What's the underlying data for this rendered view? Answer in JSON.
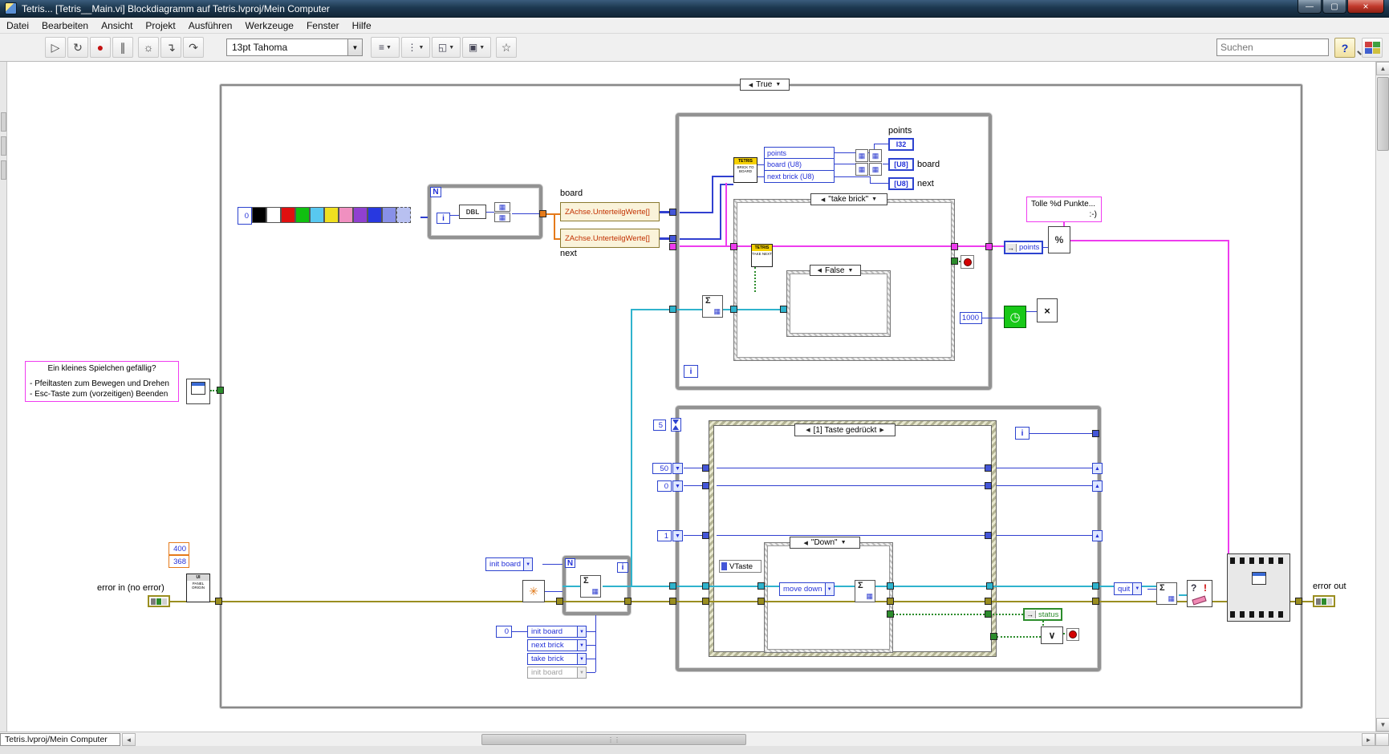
{
  "window": {
    "title": "Tetris... [Tetris__Main.vi] Blockdiagramm auf Tetris.lvproj/Mein Computer",
    "minimize": "—",
    "maximize": "▢",
    "close": "×"
  },
  "menu": {
    "items": [
      "Datei",
      "Bearbeiten",
      "Ansicht",
      "Projekt",
      "Ausführen",
      "Werkzeuge",
      "Fenster",
      "Hilfe"
    ]
  },
  "toolbar": {
    "font": "13pt Tahoma",
    "search": "Suchen",
    "icons": {
      "run": "▷",
      "runcont": "↻",
      "abort": "●",
      "pause": "∥",
      "highlight": "☼",
      "stepin": "↴",
      "stepover": "↷",
      "stepout": "↰",
      "align": "≡",
      "distribute": "⋮",
      "resize": "◱",
      "reorder": "▣",
      "cleanup": "☆",
      "fontarrow": "▼",
      "help": "?"
    }
  },
  "d": {
    "la": "◀",
    "ra": "▶",
    "da": "▼",
    "trueCase": "True",
    "takeBrick": "\"take brick\"",
    "falseCase": "False",
    "downCase": "\"Down\"",
    "eventCase": "[1] Taste gedrückt",
    "board": "board",
    "next": "next",
    "prop": "ZAchse.UnterteilgWerte[]",
    "comment1": "Ein kleines Spielchen gefällig?",
    "comment2": "- Pfeiltasten zum Bewegen und Drehen",
    "comment3": "- Esc-Taste zum (vorzeitigen) Beenden",
    "tolle1": "Tolle %d Punkte...",
    "tolle2": ":-)",
    "tetris": "TETRIS",
    "brickToBoard": "BRICK TO BOARD",
    "takeNext": "TAKE NEXT",
    "rows": [
      "points",
      "board (U8)",
      "next brick (U8)"
    ],
    "points": "points",
    "i32": "I32",
    "u8": "[U8]",
    "n1000": "1000",
    "n5": "5",
    "n50": "50",
    "n0": "0",
    "n1": "1",
    "zero": "0",
    "vtaste": "VTaste",
    "moveDown": "move down",
    "status": "status",
    "quit": "quit",
    "initBoard": "init board",
    "enumStack": [
      "init board",
      "next brick",
      "take brick",
      "init board"
    ],
    "N": "N",
    "i": "i",
    "dbl": "DBL",
    "c400": "400",
    "c368": "368",
    "ui": "UI",
    "panelOrigin": "PANEL ORIGIN",
    "errorIn": "error in (no error)",
    "errorOut": "error out",
    "sigma": "Σ",
    "grid": "▦",
    "or": "∨",
    "x": "×",
    "pct": "%",
    "arrow": "→"
  },
  "colors": {
    "swatches": [
      "#000000",
      "#ffffff",
      "#e01010",
      "#10c010",
      "#58c8f0",
      "#f0e020",
      "#f090c0",
      "#9040d0",
      "#2838e0",
      "#8890e8",
      "#b8c0f0"
    ],
    "grid1": "#d04040",
    "grid2": "#40a040",
    "grid3": "#4060d0",
    "grid4": "#d0c040"
  },
  "statusbar": {
    "tab": "Tetris.lvproj/Mein Computer"
  }
}
